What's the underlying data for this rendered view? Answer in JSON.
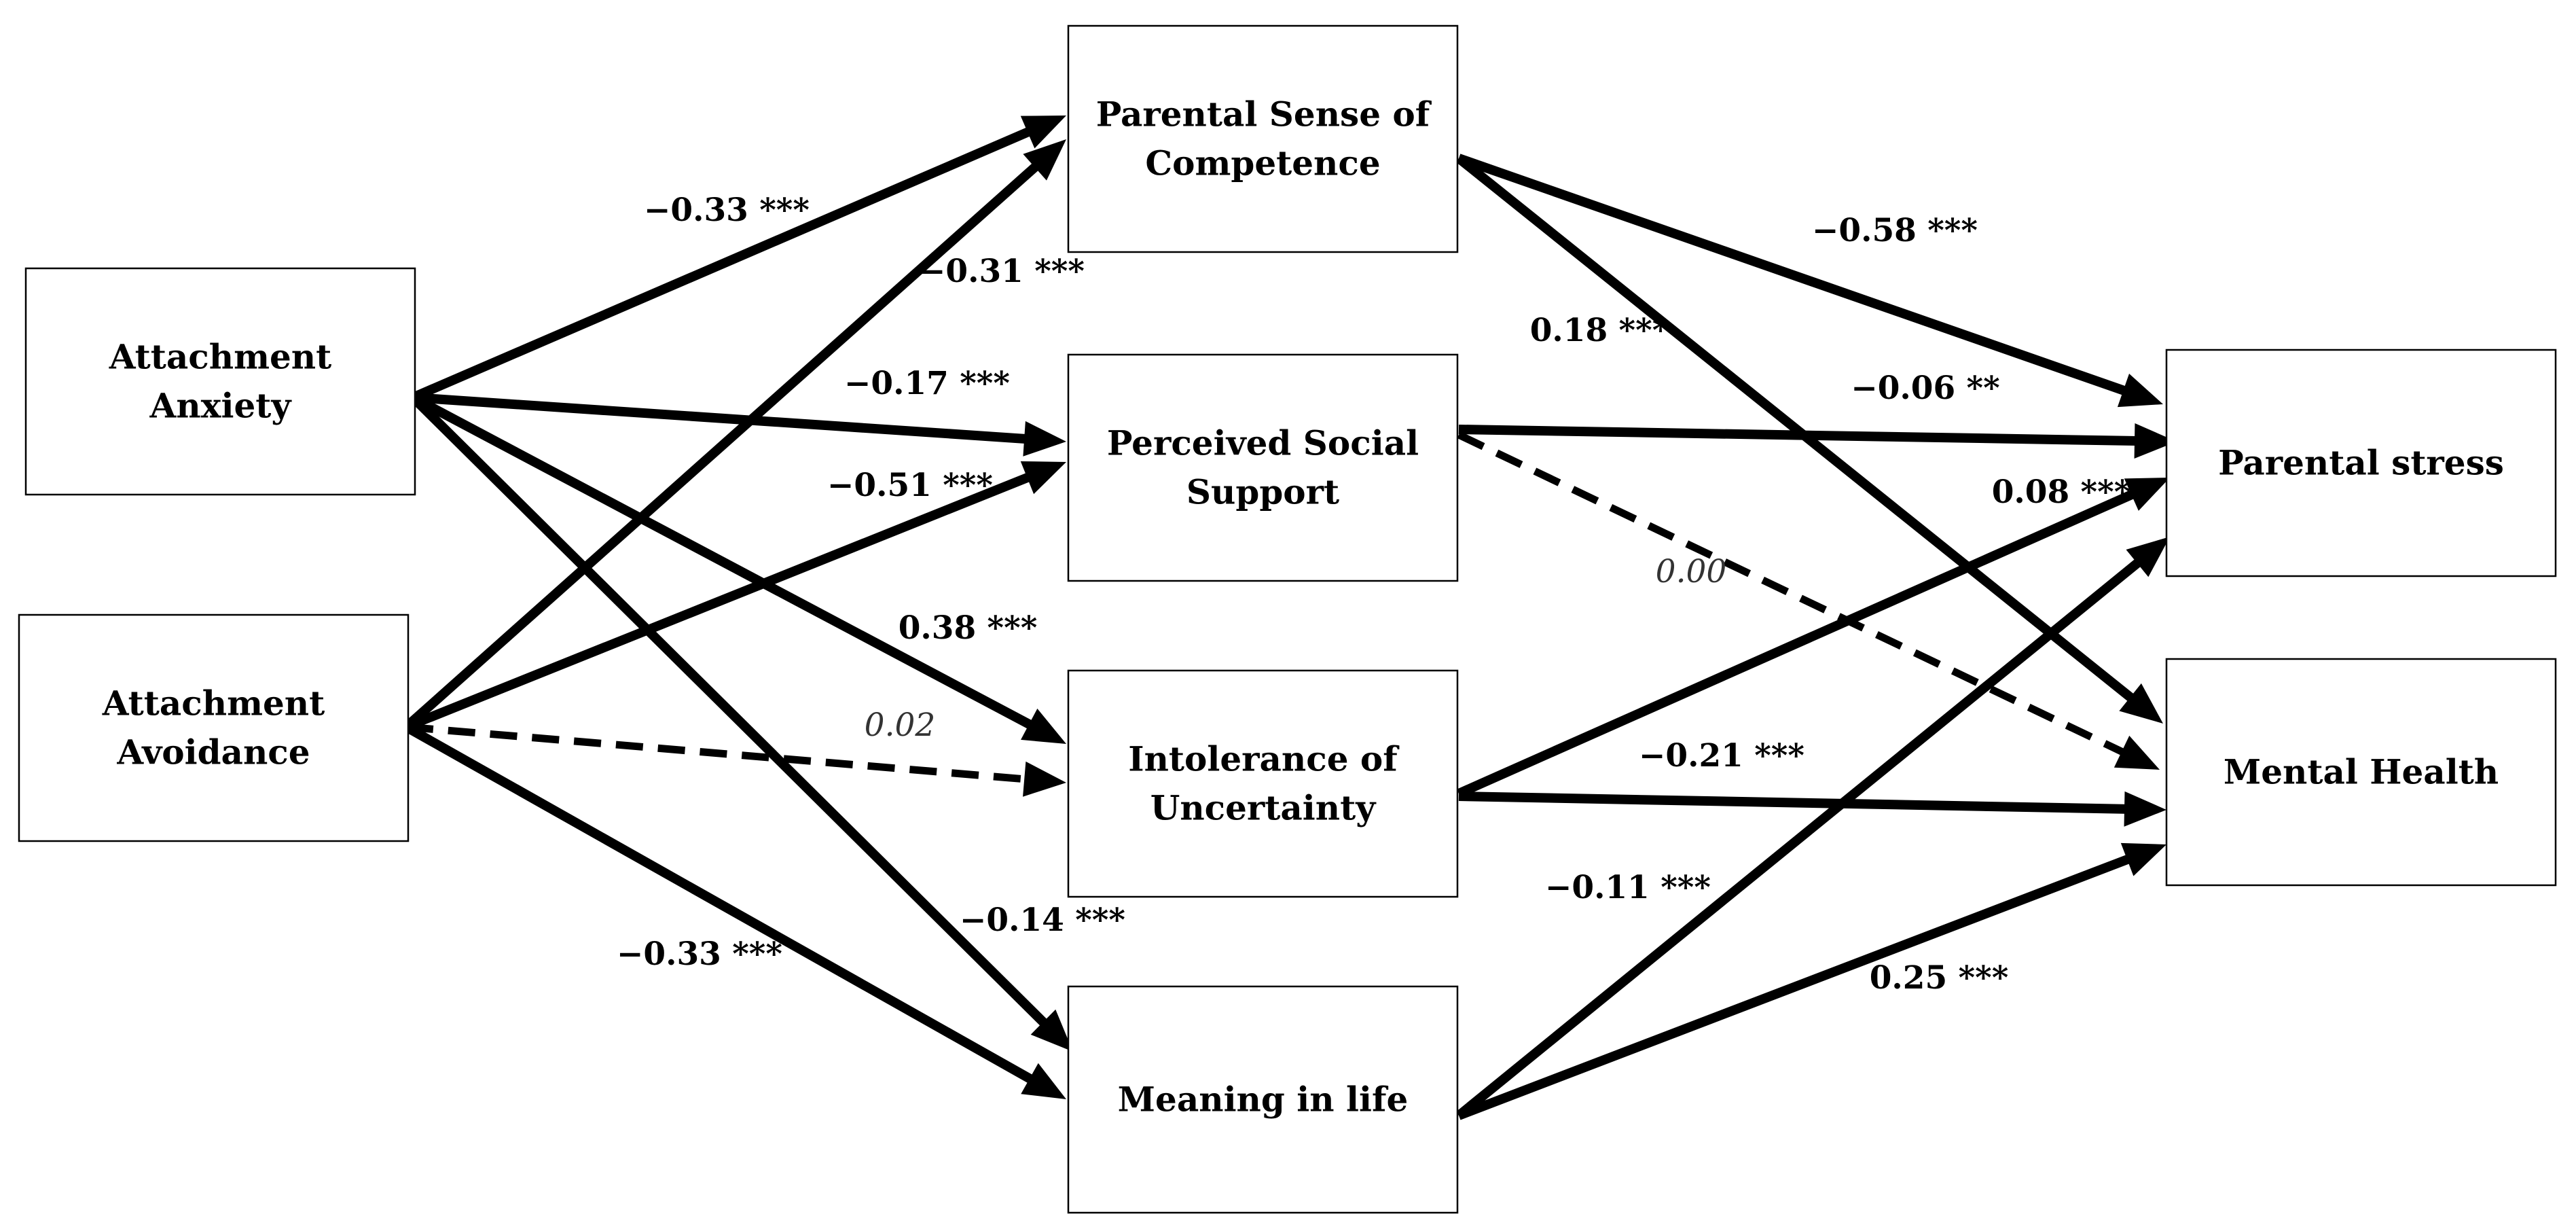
{
  "nodes": {
    "attachment_anxiety": [
      "Attachment",
      "Anxiety"
    ],
    "attachment_avoidance": [
      "Attachment",
      "Avoidance"
    ],
    "parental_sense_of_competence": [
      "Parental Sense of",
      "Competence"
    ],
    "perceived_social_support": [
      "Perceived Social",
      "Support"
    ],
    "intolerance_of_uncertainty": [
      "Intolerance of",
      "Uncertainty"
    ],
    "meaning_in_life": [
      "Meaning in life"
    ],
    "parental_stress": [
      "Parental stress"
    ],
    "mental_health": [
      "Mental Health"
    ]
  },
  "paths": [
    {
      "from": "attachment_anxiety",
      "to": "parental_sense_of_competence",
      "coefficient": "−0.33 ***",
      "significant": true
    },
    {
      "from": "attachment_avoidance",
      "to": "parental_sense_of_competence",
      "coefficient": "−0.31 ***",
      "significant": true
    },
    {
      "from": "attachment_anxiety",
      "to": "perceived_social_support",
      "coefficient": "−0.17 ***",
      "significant": true
    },
    {
      "from": "attachment_avoidance",
      "to": "perceived_social_support",
      "coefficient": "−0.51 ***",
      "significant": true
    },
    {
      "from": "attachment_anxiety",
      "to": "intolerance_of_uncertainty",
      "coefficient": "0.38 ***",
      "significant": true
    },
    {
      "from": "attachment_avoidance",
      "to": "intolerance_of_uncertainty",
      "coefficient": "0.02",
      "significant": false
    },
    {
      "from": "attachment_anxiety",
      "to": "meaning_in_life",
      "coefficient": "−0.14 ***",
      "significant": true
    },
    {
      "from": "attachment_avoidance",
      "to": "meaning_in_life",
      "coefficient": "−0.33 ***",
      "significant": true
    },
    {
      "from": "parental_sense_of_competence",
      "to": "parental_stress",
      "coefficient": "−0.58 ***",
      "significant": true
    },
    {
      "from": "parental_sense_of_competence",
      "to": "mental_health",
      "coefficient": "0.18 ***",
      "significant": true
    },
    {
      "from": "perceived_social_support",
      "to": "parental_stress",
      "coefficient": "−0.06 **",
      "significant": true
    },
    {
      "from": "perceived_social_support",
      "to": "mental_health",
      "coefficient": "0.00",
      "significant": false
    },
    {
      "from": "intolerance_of_uncertainty",
      "to": "parental_stress",
      "coefficient": "0.08 ***",
      "significant": true
    },
    {
      "from": "intolerance_of_uncertainty",
      "to": "mental_health",
      "coefficient": "−0.21 ***",
      "significant": true
    },
    {
      "from": "meaning_in_life",
      "to": "parental_stress",
      "coefficient": "−0.11 ***",
      "significant": true
    },
    {
      "from": "meaning_in_life",
      "to": "mental_health",
      "coefficient": "0.25 ***",
      "significant": true
    }
  ]
}
